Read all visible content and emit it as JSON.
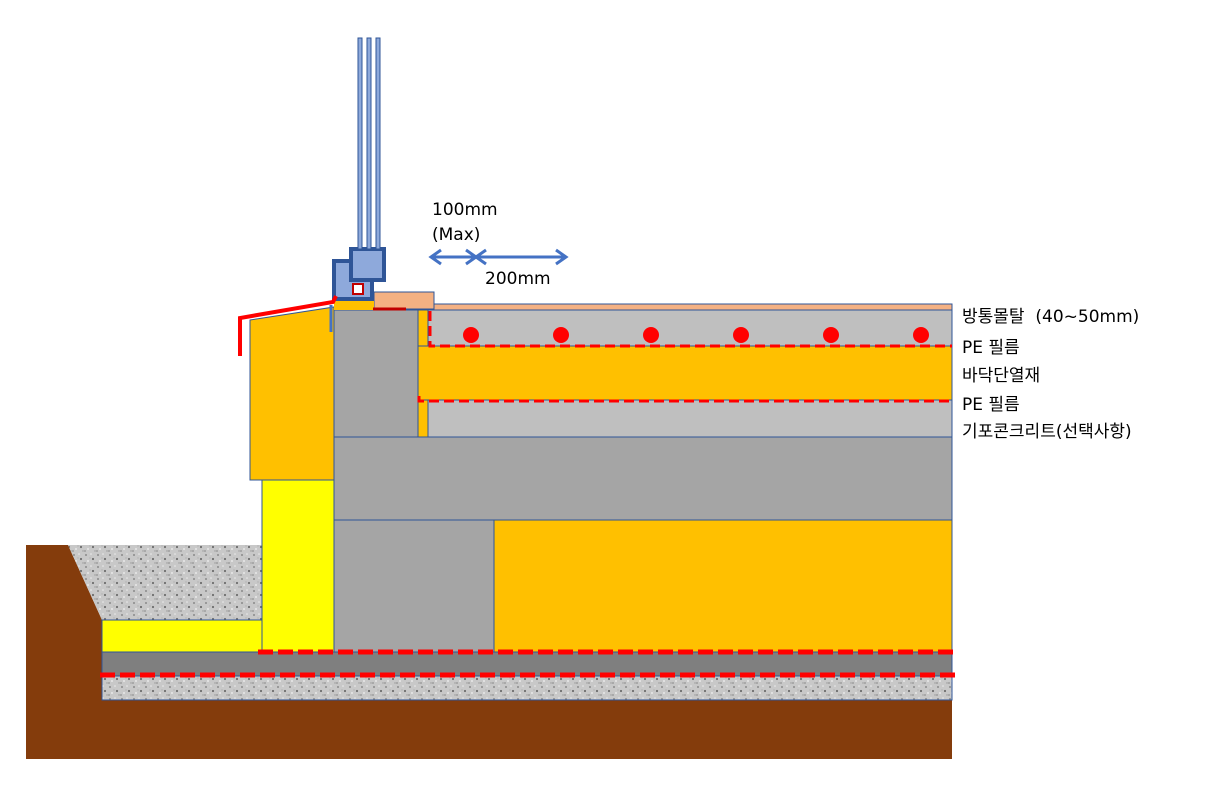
{
  "dimensions": {
    "gap_label_line1": "100mm",
    "gap_label_line2": "(Max)",
    "spacing_label": "200mm"
  },
  "layer_labels": [
    "방통몰탈  (40~50mm)",
    "PE 필름",
    "바닥단열재",
    "PE 필름",
    "기포콘크리트(선택사항)"
  ],
  "pipe_count": 6,
  "colors": {
    "soil": "#843C0C",
    "insulation": "#FFC000",
    "insulation_outer": "#FFFF00",
    "concrete": "#A5A5A5",
    "screed_layer": "#BFBFBF",
    "mortar_top": "#F4B183",
    "window_frame": "#8EA9DB",
    "outline": "#2F5597",
    "membrane": "#FF0000",
    "dimension_arrow": "#4472C4",
    "subbase": "#7F7F7F"
  }
}
